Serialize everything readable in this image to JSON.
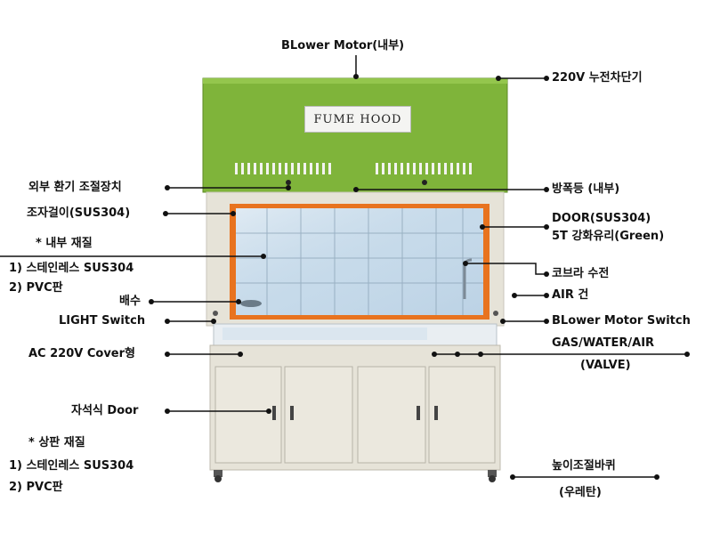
{
  "diagram": {
    "product_nameplate": "FUME HOOD",
    "labels": {
      "blower_motor": "BLower Motor(내부)",
      "breaker": "220V 누전차단기",
      "exhaust_control": "외부 환기 조절장치",
      "explosion_proof_light": "방폭등 (내부)",
      "fixture_frame": "조자걸이(SUS304)",
      "door_line1": "DOOR(SUS304)",
      "door_line2": "5T 강화유리(Green)",
      "inner_material_title": "* 내부 재질",
      "inner_material_1": "1) 스테인레스 SUS304",
      "inner_material_2": "2) PVC판",
      "cobra_faucet": "코브라 수전",
      "drain": "배수",
      "air_gun": "AIR 건",
      "light_switch": "LIGHT Switch",
      "blower_switch": "BLower Motor Switch",
      "cover": "AC 220V Cover형",
      "valves_line1": "GAS/WATER/AIR",
      "valves_line2": "(VALVE)",
      "magnetic_door": "자석식 Door",
      "top_material_title": "* 상판 재질",
      "top_material_1": "1) 스테인레스 SUS304",
      "top_material_2": "2) PVC판",
      "casters_line1": "높이조절바퀴",
      "casters_line2": "(우레탄)"
    }
  },
  "colors": {
    "hood_green": "#7fb43a",
    "cabinet_beige": "#e6e3d8",
    "frame_orange": "#e8731f",
    "glass_blue": "#c9dceb",
    "leader_line": "#111111"
  }
}
